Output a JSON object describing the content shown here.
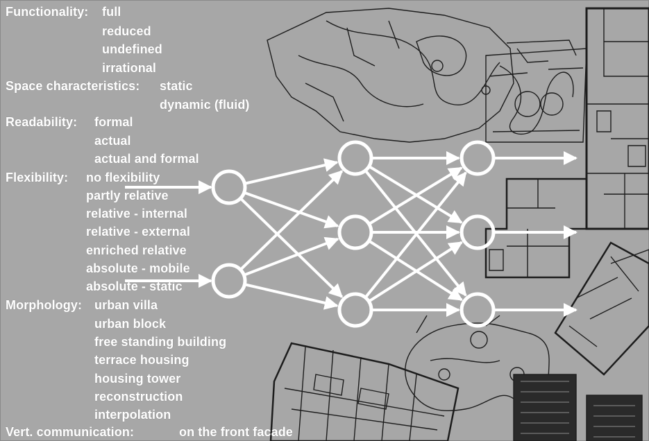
{
  "attributes": {
    "functionality": {
      "label": "Functionality:",
      "values": [
        "full",
        "reduced",
        "undefined",
        "irrational"
      ]
    },
    "space_characteristics": {
      "label": "Space characteristics:",
      "values": [
        "static",
        "dynamic (fluid)"
      ]
    },
    "readability": {
      "label": "Readability:",
      "values": [
        "formal",
        "actual",
        "actual and formal"
      ]
    },
    "flexibility": {
      "label": "Flexibility:",
      "values": [
        "no flexibility",
        "partly relative",
        "relative - internal",
        "relative - external",
        "enriched relative",
        "absolute - mobile",
        "absolute - static"
      ]
    },
    "morphology": {
      "label": "Morphology:",
      "values": [
        "urban villa",
        "urban block",
        "free standing building",
        "terrace housing",
        "housing tower",
        "reconstruction",
        "interpolation"
      ]
    },
    "vertical_communication": {
      "label": "Vert. communication:",
      "values": [
        "on the front facade"
      ]
    }
  },
  "network": {
    "layers": [
      2,
      3,
      3,
      3
    ],
    "edge_color": "#ffffff",
    "background": "#a7a7a7",
    "drawing_color": "#1c1c1c"
  }
}
